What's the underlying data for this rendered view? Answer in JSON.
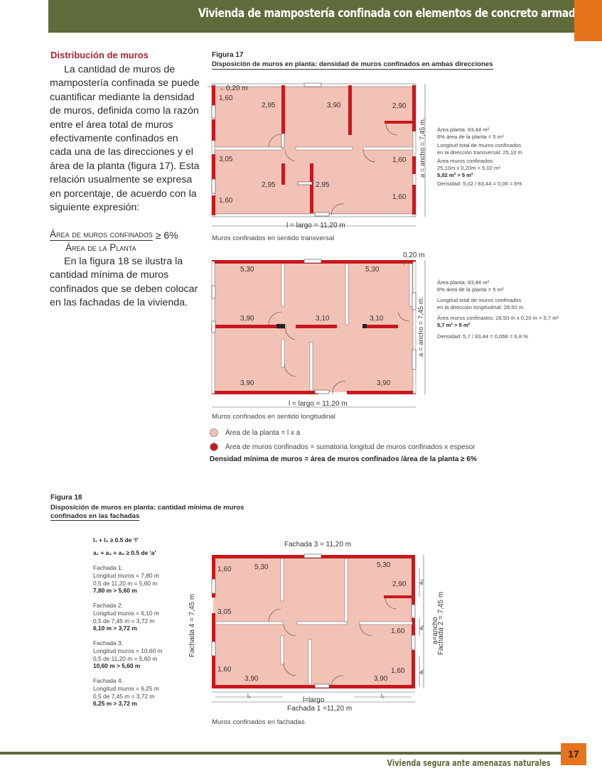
{
  "header": {
    "title": "Vivienda de mampostería confinada con elementos de concreto armado"
  },
  "section": {
    "title": "Distribución de muros",
    "para1": "La cantidad de muros de mampostería confinada se puede cuantificar mediante la densidad de muros, definida como la razón entre el área total de muros efectivamente confinados en cada una de las direcciones y el área de la planta (figura 17). Esta relación usualmente se expresa en porcentaje, de acuerdo con la siguiente expresión:",
    "formula_num": "Área de muros confinados",
    "formula_ge": "≥ 6%",
    "formula_den": "Área de la Planta",
    "para2": "En la figura 18 se ilustra la cantidad mínima de muros confinados que se deben colocar en las fachadas de la vivienda."
  },
  "fig17": {
    "label": "Figura 17",
    "subtitle": "Disposición de muros en planta: densidad de muros confinados en ambas direcciones",
    "plan1": {
      "dims": [
        "0,20 m",
        "1,60",
        "2,95",
        "3,90",
        "2,90",
        "3,05",
        "1,60",
        "2,95",
        "2,95",
        "1,60",
        "1,60"
      ],
      "length": "l = largo = 11,20 m",
      "width": "a = ancho = 7,45 m.",
      "caption": "Muros confinados en sentido transversal",
      "notes": [
        "Área planta: 83,44 m²",
        "6% área de la planta = 5 m²",
        "Longitud total de muros confinados",
        "en la dirección transversal: 25,10 m",
        "Área muros confinados:",
        "25,10m x 0,20m = 5,02 m²",
        "5,02 m² > 5 m²",
        "Densidad: 5,02 / 83,44 = 0,06 = 6%"
      ]
    },
    "plan2": {
      "dims": [
        "0,20 m",
        "5,30",
        "5,30",
        "3,90",
        "3,10",
        "3,10",
        "3,90",
        "3,90"
      ],
      "length": "l = largo = 11,20 m",
      "width": "a = ancho = 7,45 m.",
      "caption": "Muros confinados en sentido longitudinal",
      "notes": [
        "Área planta: 83,44 m²",
        "6% área de la planta = 5 m²",
        "Longitud total de muros confinados",
        "en la dirección longitudinal: 28,50 m",
        "Área muros confinados: 28,50 m x 0,20 m = 5,7 m²",
        "5,7 m² > 5 m²",
        "Densidad: 5,7 / 83,44 = 0,068 = 6,8 %"
      ]
    },
    "legend": [
      {
        "text": "Área de la planta = l x a",
        "color": "#f3c2b6"
      },
      {
        "text": "Área de muros confinados = sumatoria longitud de muros confinados x espesor",
        "color": "#c8181e"
      }
    ],
    "density": "Densidad mínima de muros = área de muros confinados /área de la planta ≥ 6%"
  },
  "fig18": {
    "label": "Figura 18",
    "subtitle1": "Disposición de muros en planta: cantidad mínima de muros",
    "subtitle2": "confinados en las fachadas",
    "rule1": "l₁ + l₂ ≥ 0.5 de ‘l’",
    "rule2": "a₁ + a₂ + a₃ ≥ 0.5 de ‘a’",
    "fachadas": [
      {
        "name": "Fachada 1:",
        "l1": "Longitud muros = 7,80 m",
        "l2": "0,5 de 11,20 m = 5,60 m",
        "res": "7,80 m > 5,60 m"
      },
      {
        "name": "Fachada 2:",
        "l1": "Longitud muros = 6,10 m",
        "l2": "0,5 de 7,45 m = 3,72 m",
        "res": "6,10 m > 3,72 m"
      },
      {
        "name": "Fachada 3:",
        "l1": "Longitud muros = 10,60 m",
        "l2": "0,5 de 11,20 m = 5,60 m",
        "res": "10,60 m > 5,60 m"
      },
      {
        "name": "Fachada 4:",
        "l1": "Longitud muros = 6,25 m",
        "l2": "0,5 de 7,45 m = 3,72 m",
        "res": "6,25 m > 3,72 m"
      }
    ],
    "plan": {
      "top": "Fachada 3 = 11,20 m",
      "left": "Fachada 4 = 7,45 m",
      "right1": "a=ancho",
      "right2": "Fachada 2 = 7,45 m",
      "bottom1": "l=largo",
      "bottom2": "Fachada 1 =11,20 m",
      "dims": [
        "1,60",
        "5,30",
        "5,30",
        "2,90",
        "3,05",
        "1,60",
        "1,60",
        "3,90",
        "3,90",
        "1,60"
      ],
      "l1": "l₁",
      "l2": "l₂",
      "a1": "a₁",
      "a2": "a₂",
      "a3": "a₃",
      "caption": "Muros confinados en fachadas"
    }
  },
  "footer": {
    "title": "Vivienda segura ante amenazas naturales",
    "page": "17"
  }
}
